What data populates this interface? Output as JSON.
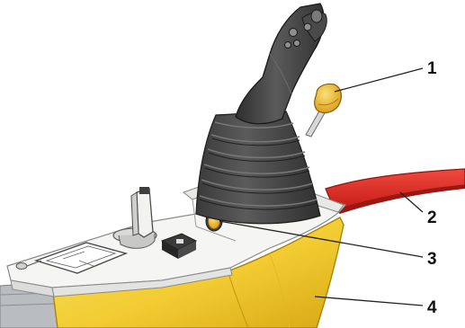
{
  "diagram": {
    "callouts": [
      {
        "number": "1",
        "part": "trigger-button"
      },
      {
        "number": "2",
        "part": "red-strap"
      },
      {
        "number": "3",
        "part": "indicator-lamp"
      },
      {
        "number": "4",
        "part": "yellow-housing"
      }
    ]
  },
  "colors": {
    "housing_yellow": "#f3d03a",
    "housing_yellow_shade": "#d7ac16",
    "panel_white": "#f4f4f2",
    "boot_rubber": "#4b4b4b",
    "handle_dark": "#3e3e3e",
    "strap_red": "#e0261e",
    "button_amber": "#e9b52d",
    "leader_line": "#222222"
  }
}
